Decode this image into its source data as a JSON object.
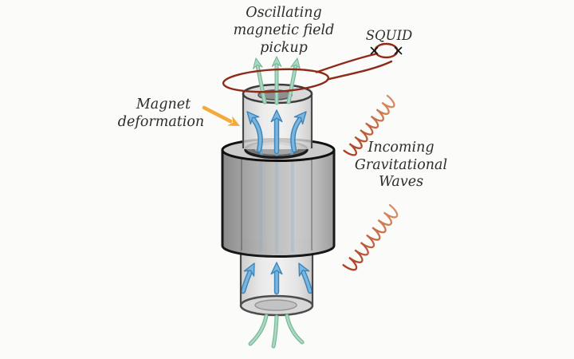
{
  "labels": {
    "pickup_line1": "Oscillating",
    "pickup_line2": "magnetic field",
    "pickup_line3": "pickup",
    "squid": "SQUID",
    "deformation_line1": "Magnet",
    "deformation_line2": "deformation",
    "waves_line1": "Incoming",
    "waves_line2": "Gravitational",
    "waves_line3": "Waves"
  },
  "diagram": {
    "components": [
      "pickup-tube",
      "magnet-cylinder",
      "pickup-loop-circuit",
      "squid-ring",
      "magnetic-field-arrows",
      "gravitational-wave-spirals",
      "deformation-arrow"
    ]
  },
  "colors": {
    "background": "#fbfbf9",
    "text": "#2d2d2d",
    "circuit_red": "#8e2a1a",
    "junction_black": "#161616",
    "field_blue": "#79b7e2",
    "field_blue_dark": "#3e85b8",
    "field_green": "#a9d9c0",
    "field_green_dark": "#7ab79a",
    "deformation_orange": "#f3a93c",
    "wave_spiral_light": "#de9166",
    "wave_spiral_dark": "#a83a20",
    "magnet_outline": "#111111",
    "tube_outline": "#4a4a4a"
  }
}
